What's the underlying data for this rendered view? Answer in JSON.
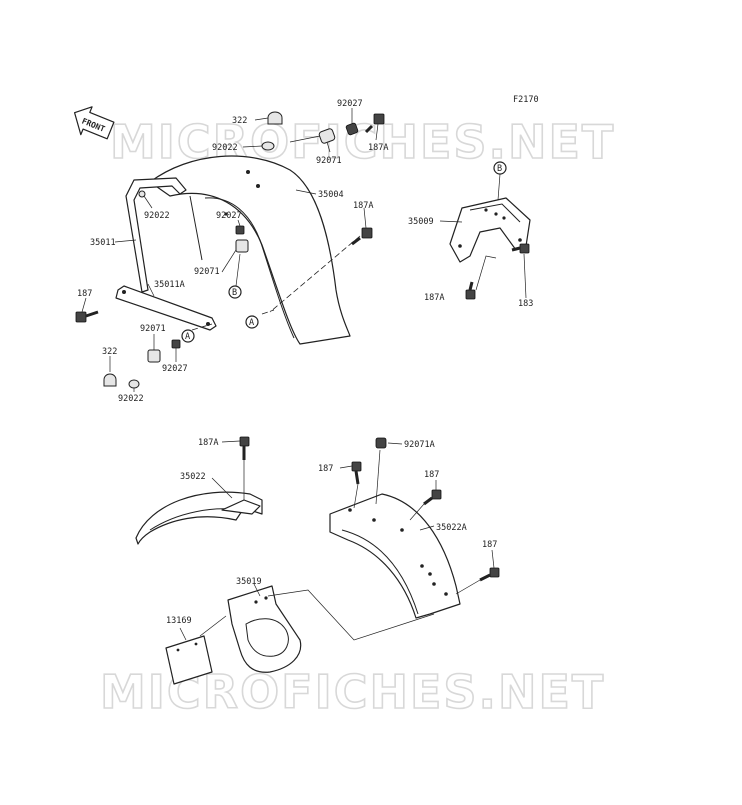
{
  "figure_code": "F2170",
  "watermark": "MICROFICHES.NET",
  "front_marker": "FRONT",
  "callouts": {
    "b": "B",
    "a": "A"
  },
  "labels": {
    "p322_top": "322",
    "p92022_top": "92022",
    "p92027_top": "92027",
    "p92071_top": "92071",
    "p187a_top": "187A",
    "p35004": "35004",
    "p187a_mid": "187A",
    "p35009": "35009",
    "p187a_bracket": "187A",
    "p183": "183",
    "p92022_rail": "92022",
    "p35011": "35011",
    "p92027_mid": "92027",
    "p92071_mid": "92071",
    "p187_left": "187",
    "p35011a": "35011A",
    "p92071_low": "92071",
    "p92027_low": "92027",
    "p322_low": "322",
    "p92022_low": "92022",
    "p187a_front": "187A",
    "p35022": "35022",
    "p92071a": "92071A",
    "p187_rear1": "187",
    "p187_rear2": "187",
    "p35022a": "35022A",
    "p187_rear3": "187",
    "p35019": "35019",
    "p13169": "13169"
  }
}
